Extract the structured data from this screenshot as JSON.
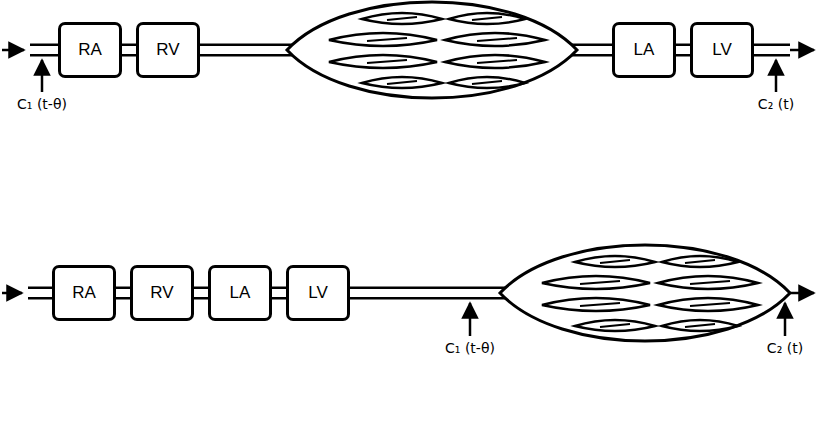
{
  "diagram": {
    "nodes": [
      {
        "text": [
          "RA"
        ]
      },
      {
        "text": [
          "RV"
        ]
      },
      {
        "text": [
          "LA"
        ]
      },
      {
        "text": [
          "LV"
        ]
      },
      {
        "text": [
          "RA"
        ]
      },
      {
        "text": [
          "RV"
        ]
      },
      {
        "text": [
          "LA"
        ]
      },
      {
        "text": [
          "LV"
        ]
      }
    ],
    "edges": [
      {
        "from": 0,
        "to": 1,
        "arrow": "none"
      },
      {
        "from": 2,
        "to": 3,
        "arrow": "none"
      },
      {
        "from": 4,
        "to": 5,
        "arrow": "none"
      },
      {
        "from": 5,
        "to": 6,
        "arrow": "none"
      },
      {
        "from": 6,
        "to": 7,
        "arrow": "none"
      }
    ],
    "labels": [
      "C₁ (t-θ)",
      "C₂ (t)",
      "C₁ (t-θ)",
      "C₂ (t)"
    ]
  }
}
